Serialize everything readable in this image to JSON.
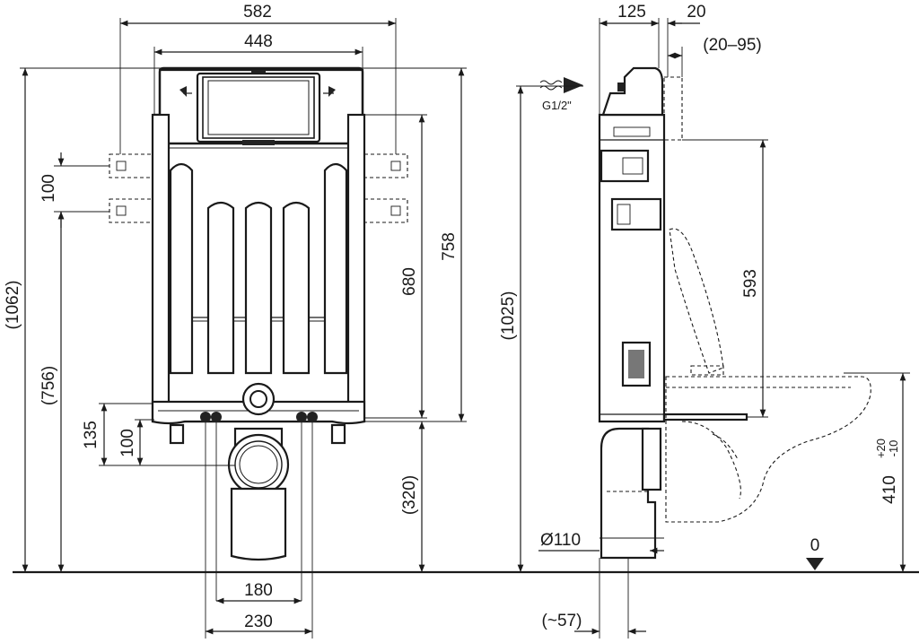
{
  "front_view": {
    "dims": {
      "total_width": "582",
      "frame_width": "448",
      "outlet_spacing": "180",
      "foot_spacing": "230",
      "left_total_height": "(1062)",
      "left_frame_height": "(756)",
      "inlet_spacing": "100",
      "drain_height": "135",
      "drain_spacing": "100",
      "frame_height": "680",
      "overall_height": "758",
      "foot_height": "(320)"
    }
  },
  "side_view": {
    "dims": {
      "depth": "125",
      "front_offset": "20",
      "wall_range": "(20–95)",
      "water_inlet": "G1/2\"",
      "total_height": "(1025)",
      "bowl_height": "593",
      "pipe_diameter": "Ø110",
      "outlet_offset": "(~57)",
      "floor_level": "0",
      "seat_height": "410",
      "tol_plus": "+20",
      "tol_minus": "-10"
    }
  }
}
